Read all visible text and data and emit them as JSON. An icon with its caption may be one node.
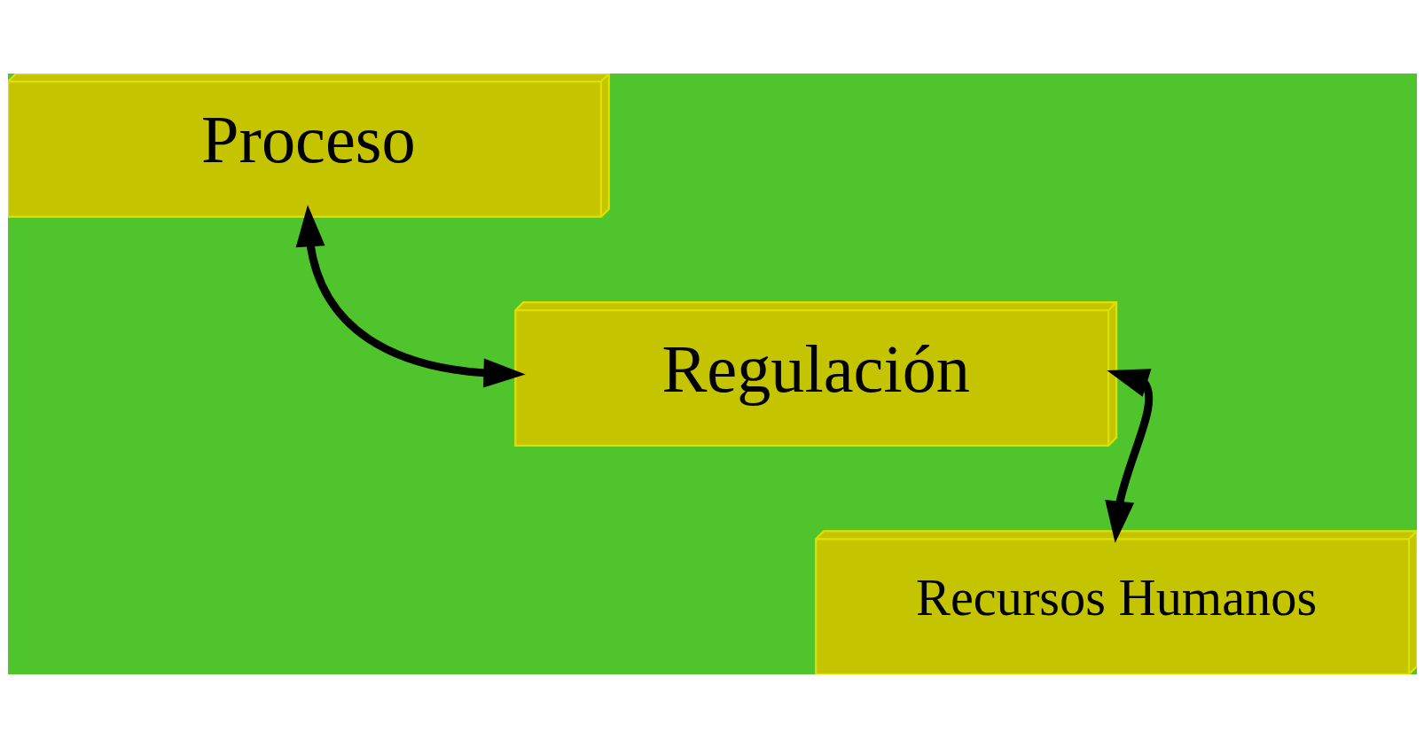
{
  "diagram": {
    "nodes": [
      {
        "text": [
          "Proceso"
        ]
      },
      {
        "text": [
          "Regulación"
        ]
      },
      {
        "text": [
          "Recursos Humanos"
        ]
      }
    ],
    "edges": [
      {
        "from": 0,
        "to": 1,
        "arrow": "both"
      },
      {
        "from": 1,
        "to": 2,
        "arrow": "both"
      }
    ]
  }
}
